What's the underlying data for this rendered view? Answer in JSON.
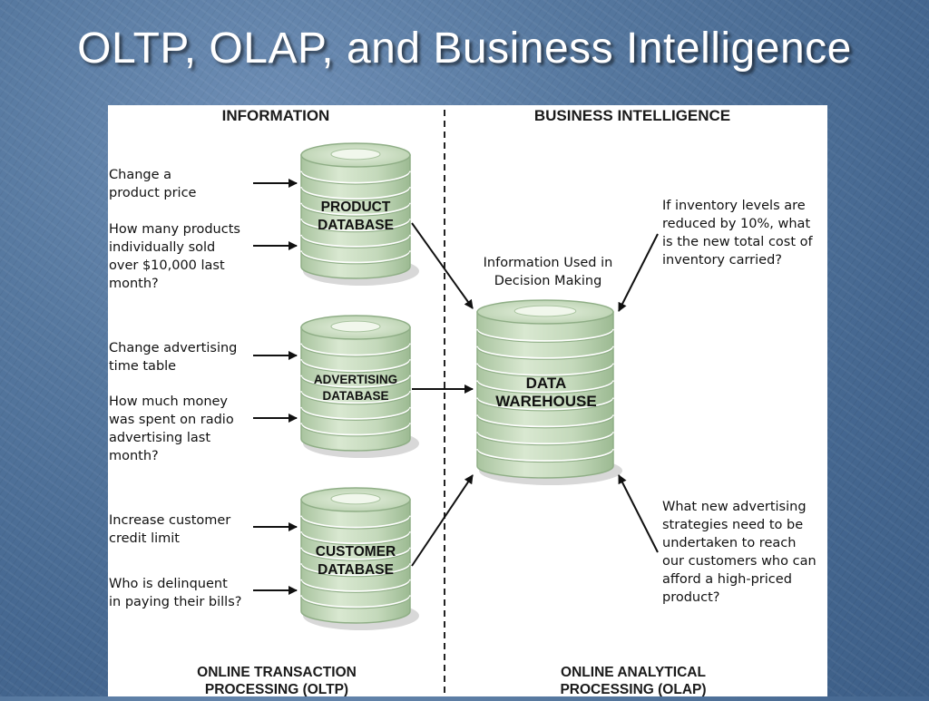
{
  "slide": {
    "title": "OLTP, OLAP, and Business Intelligence"
  },
  "diagram": {
    "header_left": "INFORMATION",
    "header_right": "BUSINESS INTELLIGENCE",
    "footer_left_line1": "ONLINE TRANSACTION",
    "footer_left_line2": "PROCESSING (OLTP)",
    "footer_right_line1": "ONLINE ANALYTICAL",
    "footer_right_line2": "PROCESSING (OLAP)",
    "questions_left": {
      "product_q1_l1": "Change a",
      "product_q1_l2": "product price",
      "product_q2_l1": "How many products",
      "product_q2_l2": "individually sold",
      "product_q2_l3": "over $10,000 last",
      "product_q2_l4": "month?",
      "adv_q1_l1": "Change advertising",
      "adv_q1_l2": "time table",
      "adv_q2_l1": "How much money",
      "adv_q2_l2": "was spent on radio",
      "adv_q2_l3": "advertising last",
      "adv_q2_l4": "month?",
      "cust_q1_l1": "Increase customer",
      "cust_q1_l2": "credit limit",
      "cust_q2_l1": "Who is delinquent",
      "cust_q2_l2": "in paying their bills?"
    },
    "databases": {
      "product_l1": "PRODUCT",
      "product_l2": "DATABASE",
      "advertising_l1": "ADVERTISING",
      "advertising_l2": "DATABASE",
      "customer_l1": "CUSTOMER",
      "customer_l2": "DATABASE",
      "warehouse_l1": "DATA",
      "warehouse_l2": "WAREHOUSE"
    },
    "warehouse_caption_l1": "Information Used in",
    "warehouse_caption_l2": "Decision Making",
    "questions_right": {
      "top_l1": "If inventory levels are",
      "top_l2": "reduced by 10%, what",
      "top_l3": "is the new total cost of",
      "top_l4": "inventory carried?",
      "bottom_l1": "What new advertising",
      "bottom_l2": "strategies need to be",
      "bottom_l3": "undertaken to reach",
      "bottom_l4": "our customers who can",
      "bottom_l5": "afford a high-priced",
      "bottom_l6": "product?"
    },
    "colors": {
      "cylinder_fill": "#c9dcc0",
      "cylinder_stroke": "#8fae86",
      "arrow": "#111111"
    }
  }
}
